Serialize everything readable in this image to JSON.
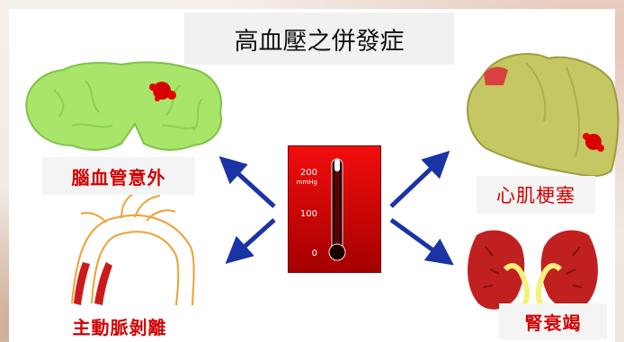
{
  "title": "高血壓之併發症",
  "complications": {
    "stroke": "腦血管意外",
    "heart_attack": "心肌梗塞",
    "aortic_dissection": "主動脈剝離",
    "renal_failure": "腎衰竭"
  },
  "gauge": {
    "tick_200": "200",
    "unit": "mmHg",
    "tick_100": "100",
    "tick_0": "0",
    "level_percent": 92
  },
  "colors": {
    "label_red": "#d40000",
    "arrow_blue": "#1a33a6",
    "brain_green": "#a9e56a",
    "heart_olive": "#c5c762",
    "kidney_red": "#c02020"
  },
  "icons": [
    "brain-icon",
    "heart-icon",
    "aorta-icon",
    "kidney-icon",
    "thermometer-icon"
  ]
}
